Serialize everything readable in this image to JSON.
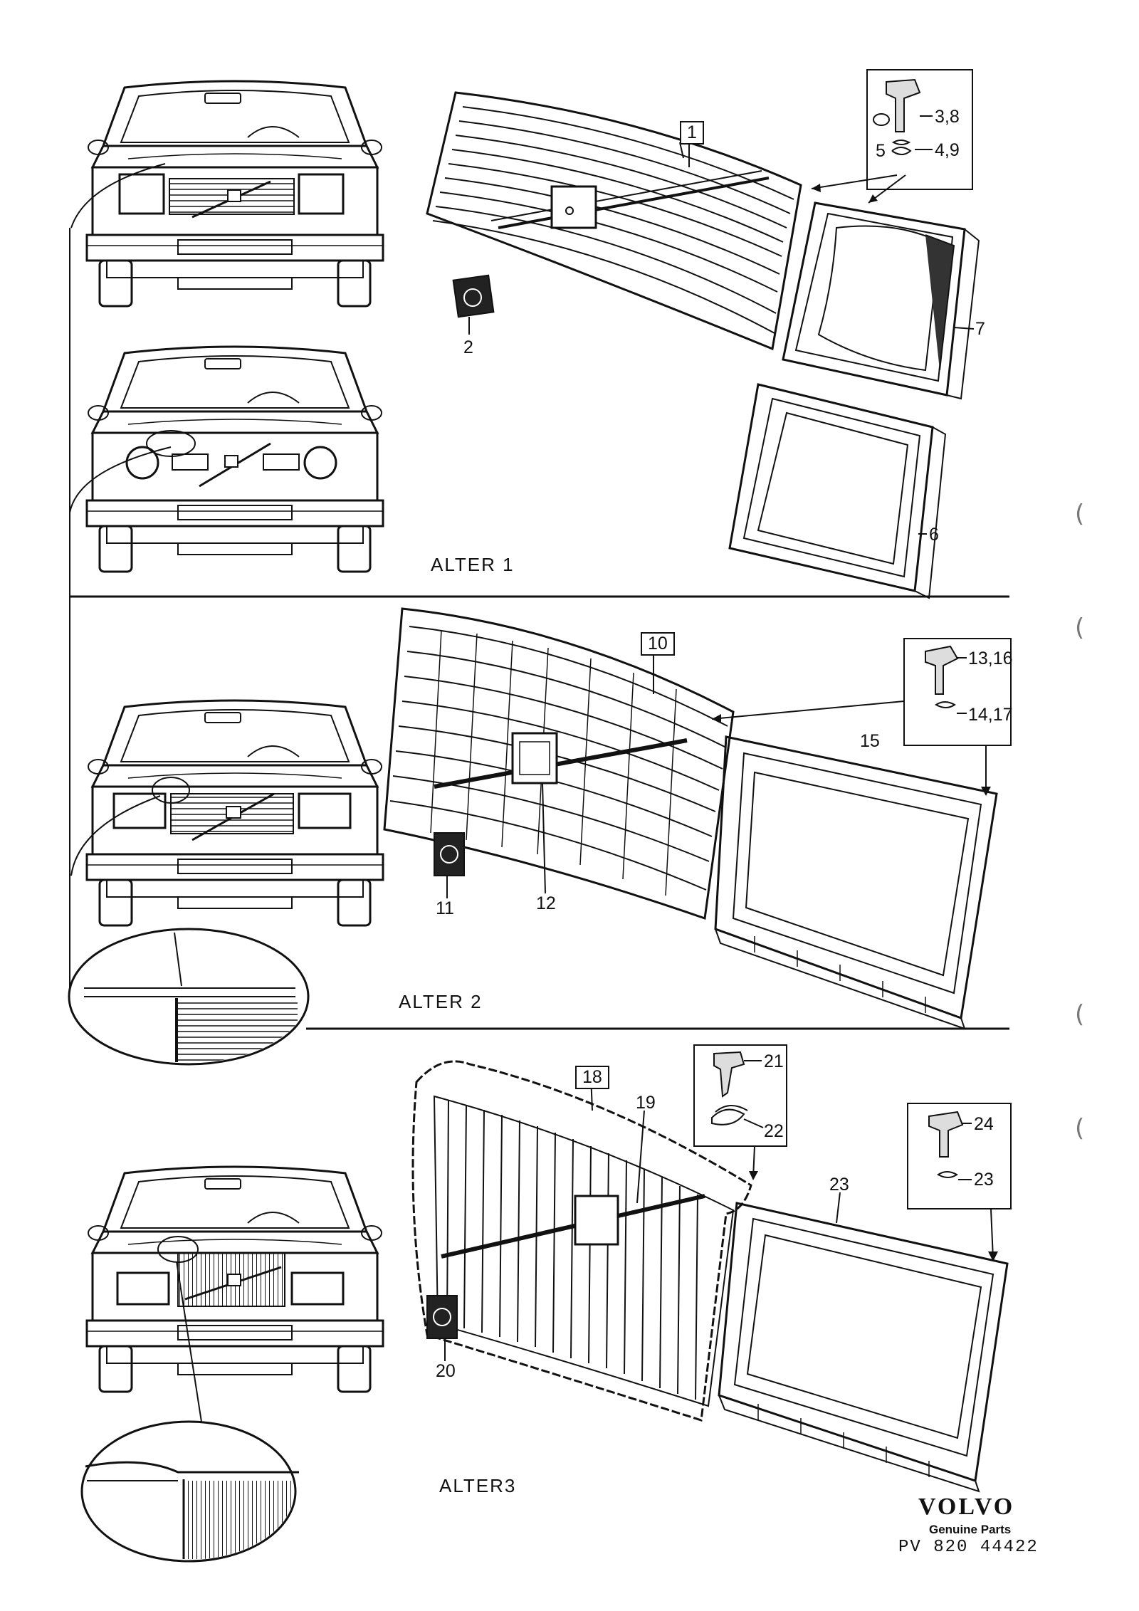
{
  "sections": {
    "alt1": "ALTER 1",
    "alt2": "ALTER 2",
    "alt3": "ALTER3"
  },
  "callouts": {
    "c1": "1",
    "c2": "2",
    "c38": "3,8",
    "c5": "5",
    "c49": "4,9",
    "c7": "7",
    "c6": "6",
    "c10": "10",
    "c1316": "13,16",
    "c1417": "14,17",
    "c15": "15",
    "c11": "11",
    "c12": "12",
    "c18": "18",
    "c19": "19",
    "c21": "21",
    "c22": "22",
    "c24": "24",
    "c23a": "23",
    "c23b": "23",
    "c20": "20"
  },
  "margin_marks": [
    "(",
    "(",
    "(",
    "("
  ],
  "brand": {
    "name": "VOLVO",
    "subtitle": "Genuine Parts",
    "code": "PV 820 44422"
  },
  "colors": {
    "ink": "#111111",
    "paper": "#ffffff",
    "shade": "#444444"
  }
}
